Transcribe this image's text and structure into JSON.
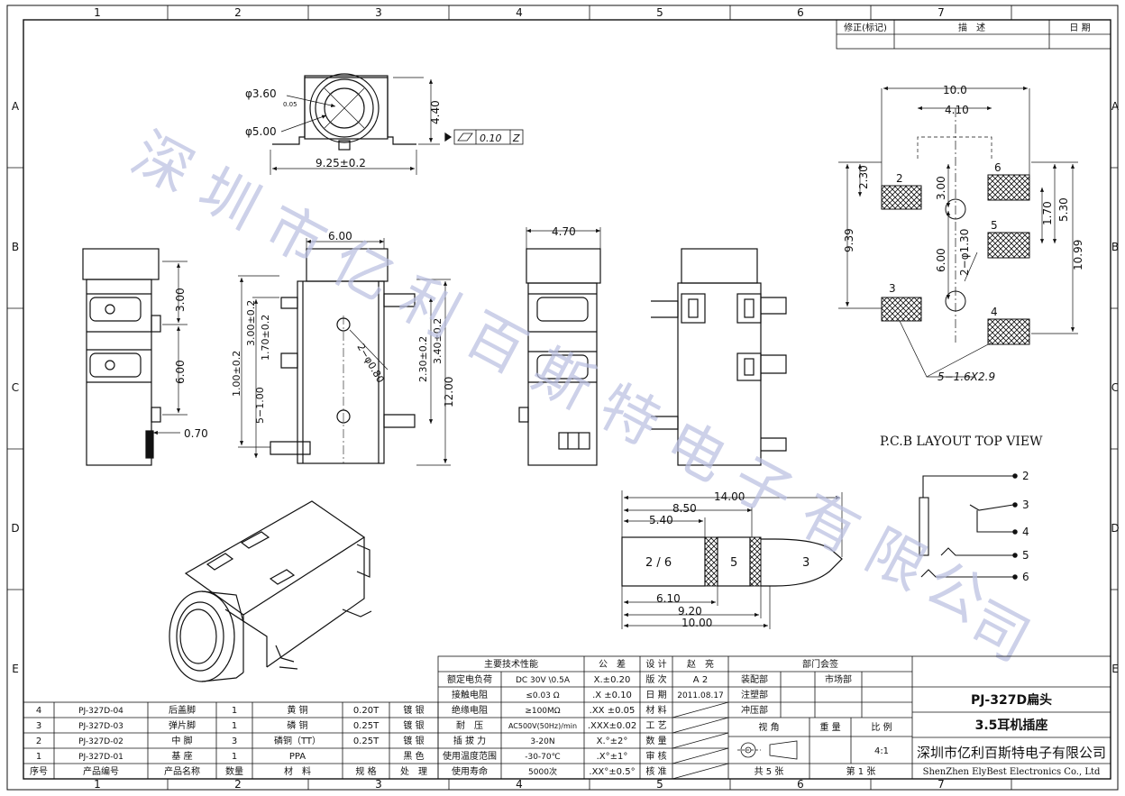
{
  "grid": {
    "cols": [
      "1",
      "2",
      "3",
      "4",
      "5",
      "6",
      "7"
    ],
    "rows": [
      "A",
      "B",
      "C",
      "D",
      "E"
    ]
  },
  "revision": {
    "col1": "修正(标记)",
    "col2": "描　述",
    "col3": "日 期"
  },
  "dims": {
    "front_d360": "φ3.60",
    "front_tol": "0.05",
    "front_d500": "φ5.00",
    "front_h440": "4.40",
    "front_w": "9.25±0.2",
    "flatness": "0.10",
    "flat_datum": "Z",
    "top_w600": "6.00",
    "d_300_02": "3.00±0.2",
    "d_170_02": "1.70±0.2",
    "d_100_02": "1.00±0.2",
    "d_100": "5−1.00",
    "d_holes": "2−φ0.80",
    "d_230_02": "2.30±0.2",
    "d_340_02": "3.40±0.2",
    "d_1200": "12.00",
    "left_300": "3.00",
    "left_600": "6.00",
    "left_070": "0.70",
    "side_470": "4.70",
    "pcb_1000": "10.0",
    "pcb_410": "4.10",
    "pcb_230": "2.30",
    "pcb_300": "3.00",
    "pcb_939": "9.39",
    "pcb_600": "6.00",
    "pcb_hole": "2−φ1.30",
    "pcb_170": "1.70",
    "pcb_530": "5.30",
    "pcb_1099": "10.99",
    "pcb_pad": "5−1.6X2.9",
    "plug_1400": "14.00",
    "plug_850": "8.50",
    "plug_540": "5.40",
    "plug_610": "6.10",
    "plug_920": "9.20",
    "plug_1000": "10.00"
  },
  "pads": {
    "p2": "2",
    "p6": "6",
    "p5": "5",
    "p3": "3",
    "p4": "4"
  },
  "pcb_title": "P.C.B LAYOUT TOP VIEW",
  "plug": {
    "seg1": "2 / 6",
    "seg2": "5",
    "seg3": "3"
  },
  "schematic": {
    "pins": [
      "2",
      "3",
      "4",
      "5",
      "6"
    ]
  },
  "watermark": [
    "深",
    "圳",
    "市",
    "亿",
    "利",
    "百",
    "斯",
    "特",
    "电",
    "子",
    "有",
    "限",
    "公",
    "司"
  ],
  "spec": {
    "header": "主要技术性能",
    "tol_header": "公　差",
    "design": "设 计",
    "designer": "赵　亮",
    "dept": "部门会签",
    "rows": [
      {
        "k": "额定电负荷",
        "v": "DC 30V \\0.5A",
        "tol": "X.±0.20",
        "l": "版 次",
        "r": "A 2",
        "d": "装配部",
        "d2": "市场部"
      },
      {
        "k": "接触电阻",
        "v": "≤0.03 Ω",
        "tol": ".X ±0.10",
        "l": "日 期",
        "r": "2011.08.17",
        "d": "注塑部",
        "d2": ""
      },
      {
        "k": "绝缘电阻",
        "v": "≥100MΩ",
        "tol": ".XX ±0.05",
        "l": "材 料",
        "r": "",
        "d": "冲压部",
        "d2": ""
      },
      {
        "k": "耐　压",
        "v": "AC500V(50Hz)/min",
        "tol": ".XXX±0.02",
        "l": "工 艺",
        "r": "",
        "d": "",
        "d2": ""
      },
      {
        "k": "插 拔 力",
        "v": "3-20N",
        "tol": "X.°±2°",
        "l": "数 量",
        "r": "",
        "d": "",
        "d2": ""
      },
      {
        "k": "使用温度范围",
        "v": "-30-70℃",
        "tol": ".X°±1°",
        "l": "审 核",
        "r": "",
        "d": "",
        "d2": ""
      },
      {
        "k": "使用寿命",
        "v": "5000次",
        "tol": ".XX°±0.5°",
        "l": "核 准",
        "r": "",
        "d": "",
        "d2": ""
      }
    ],
    "view": "视 角",
    "weight": "重 量",
    "scale_label": "比 例",
    "scale": "4:1",
    "total": "共 5 张",
    "sheet": "第 1 张"
  },
  "title_block": {
    "part": "PJ-327D扁头",
    "name": "3.5耳机插座",
    "company_cn": "深圳市亿利百斯特电子有限公司",
    "company_en": "ShenZhen ElyBest Electronics Co., Ltd"
  },
  "bom": {
    "headers": [
      "序号",
      "产品编号",
      "产品名称",
      "数量",
      "材　料",
      "规 格",
      "处　理"
    ],
    "rows": [
      [
        "4",
        "PJ-327D-04",
        "后盖脚",
        "1",
        "黄 铜",
        "0.20T",
        "镀 银"
      ],
      [
        "3",
        "PJ-327D-03",
        "弹片脚",
        "1",
        "磷 铜",
        "0.25T",
        "镀 银"
      ],
      [
        "2",
        "PJ-327D-02",
        "中 脚",
        "3",
        "磷铜（TT）",
        "0.25T",
        "镀 银"
      ],
      [
        "1",
        "PJ-327D-01",
        "基 座",
        "1",
        "PPA",
        "",
        "黑 色"
      ]
    ]
  }
}
